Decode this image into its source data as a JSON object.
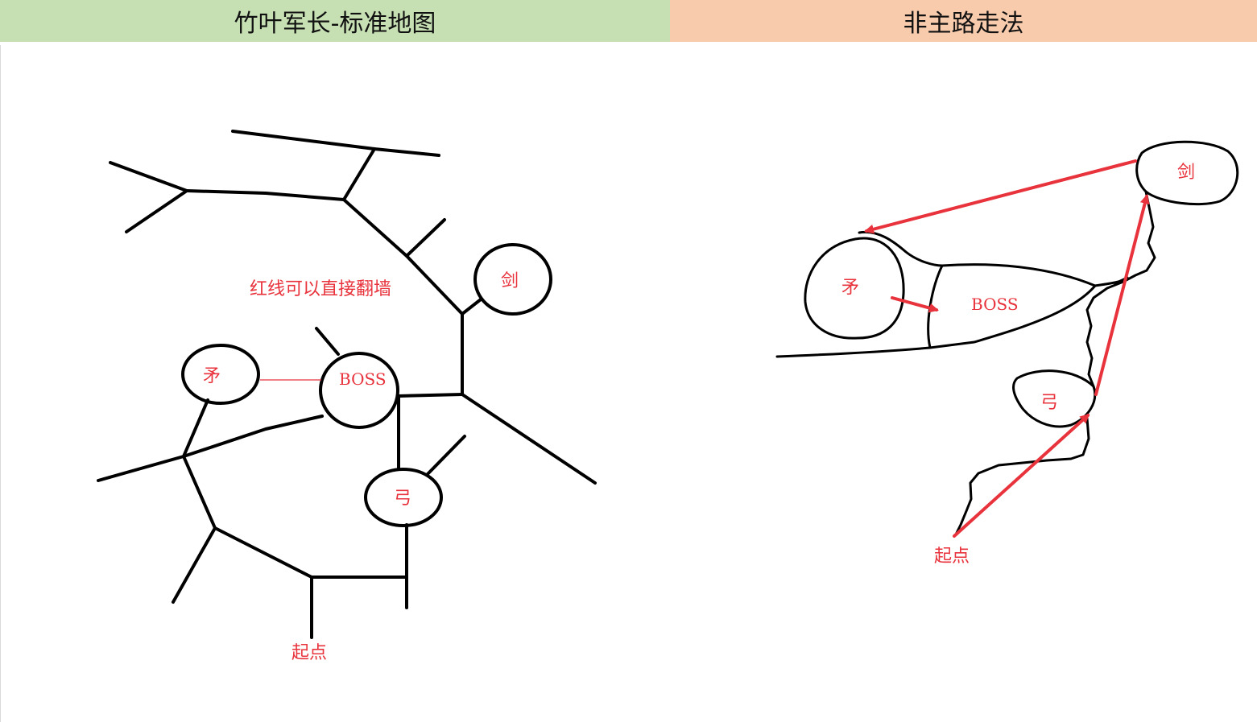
{
  "headers": {
    "left_title": "竹叶军长-标准地图",
    "right_title": "非主路走法"
  },
  "left_map": {
    "note": "红线可以直接翻墙",
    "nodes": {
      "mao": "矛",
      "boss": "BOSS",
      "jian": "剑",
      "gong": "弓"
    },
    "start": "起点"
  },
  "right_map": {
    "nodes": {
      "mao": "矛",
      "boss": "BOSS",
      "jian": "剑",
      "gong": "弓"
    },
    "start": "起点"
  },
  "colors": {
    "left_header_bg": "#c6e0b4",
    "right_header_bg": "#f8cbad",
    "route_red": "#e8323c",
    "line_black": "#000000"
  }
}
